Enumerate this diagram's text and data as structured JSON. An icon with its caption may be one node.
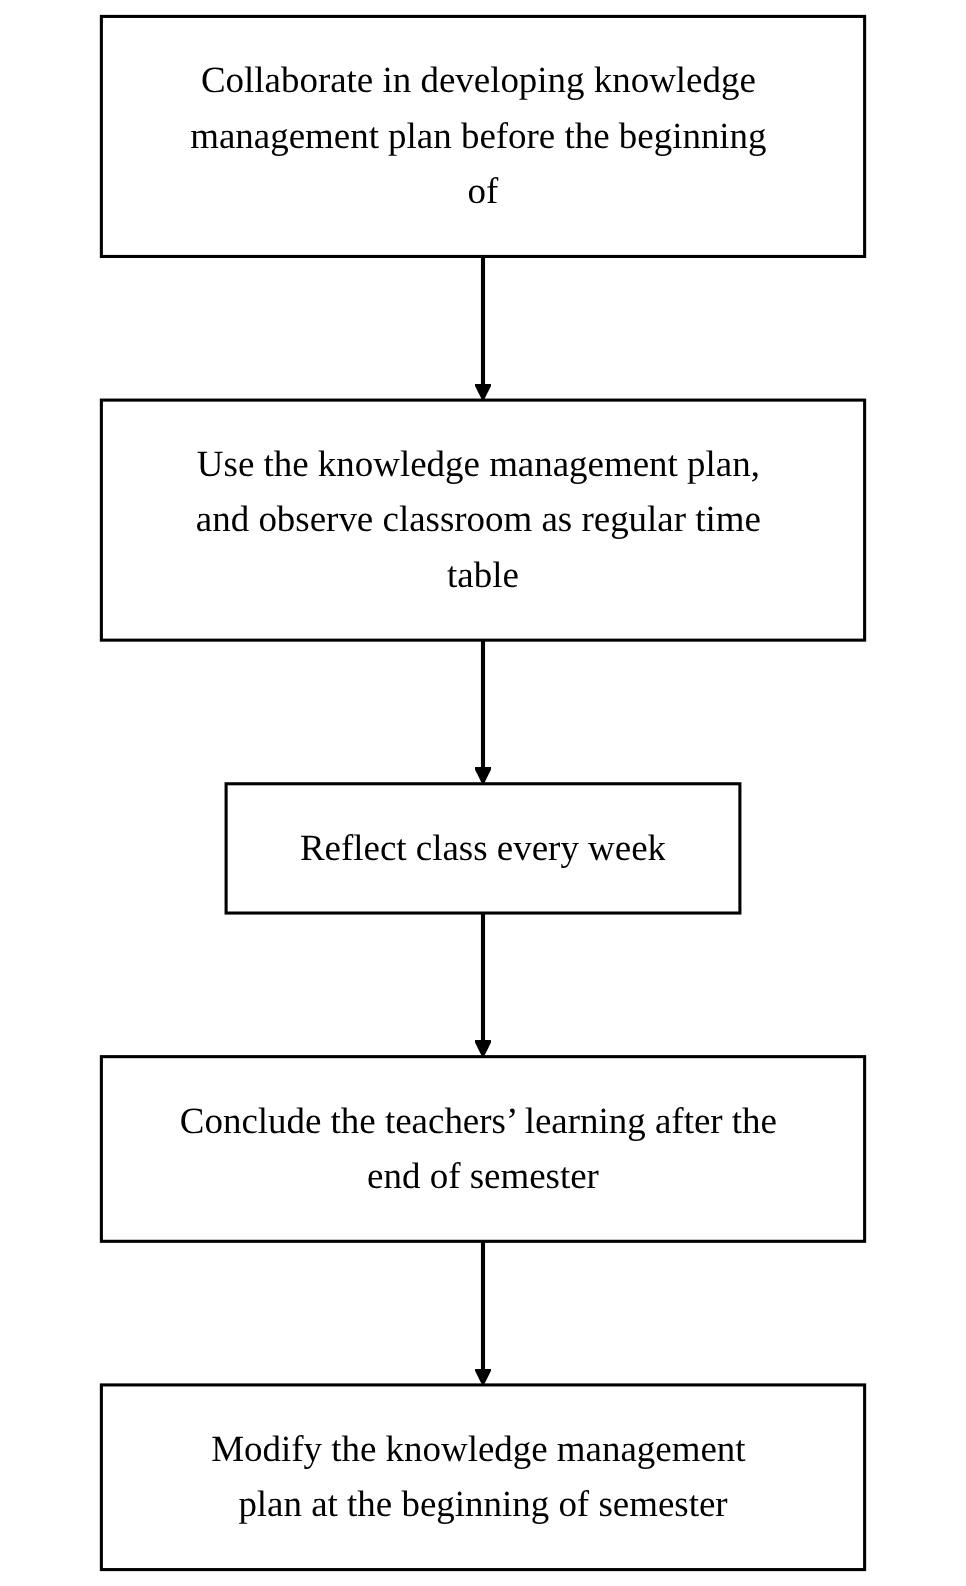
{
  "diagram": {
    "nodes": [
      {
        "text": [
          "Collaborate in developing knowledge management plan before the beginning of"
        ]
      },
      {
        "text": [
          "Use the knowledge management plan, and observe classroom as regular time table"
        ]
      },
      {
        "text": [
          "Reflect class every week"
        ]
      },
      {
        "text": [
          "Conclude the teachers’ learning after the end of semester"
        ]
      },
      {
        "text": [
          "Modify the knowledge management plan at the beginning of semester"
        ]
      }
    ],
    "edges": [
      {
        "from": 0,
        "to": 1,
        "arrow": "to"
      },
      {
        "from": 1,
        "to": 2,
        "arrow": "to"
      },
      {
        "from": 2,
        "to": 3,
        "arrow": "to"
      },
      {
        "from": 3,
        "to": 4,
        "arrow": "to"
      }
    ]
  }
}
